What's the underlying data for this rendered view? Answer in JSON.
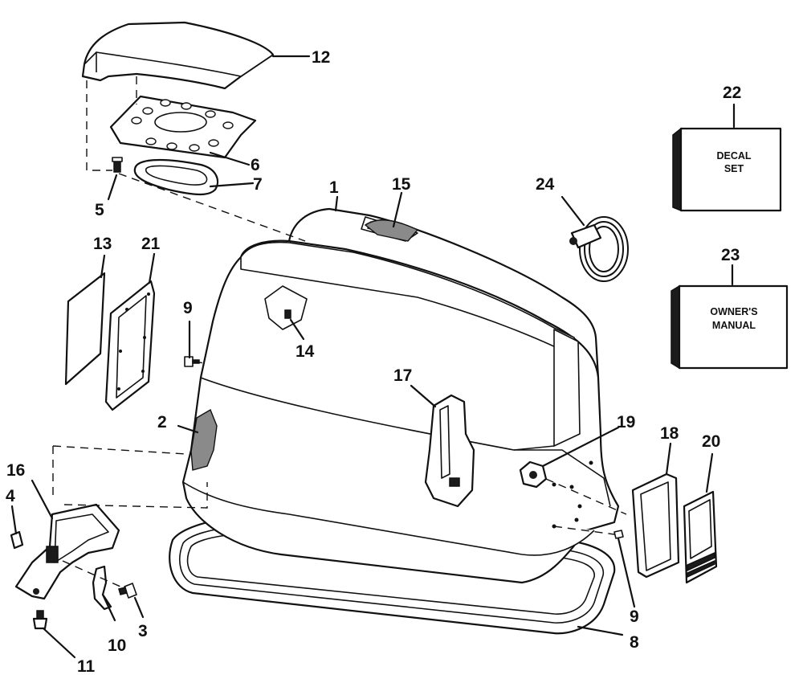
{
  "parts": {
    "p1": "1",
    "p2": "2",
    "p3": "3",
    "p4": "4",
    "p5": "5",
    "p6": "6",
    "p7": "7",
    "p8": "8",
    "p9a": "9",
    "p9b": "9",
    "p10": "10",
    "p11": "11",
    "p12": "12",
    "p13": "13",
    "p14": "14",
    "p15": "15",
    "p16": "16",
    "p17": "17",
    "p18": "18",
    "p19": "19",
    "p20": "20",
    "p21": "21",
    "p22": "22",
    "p23": "23",
    "p24": "24"
  },
  "boxes": {
    "decal_line1": "DECAL",
    "decal_line2": "SET",
    "manual_line1": "OWNER'S",
    "manual_line2": "MANUAL"
  }
}
